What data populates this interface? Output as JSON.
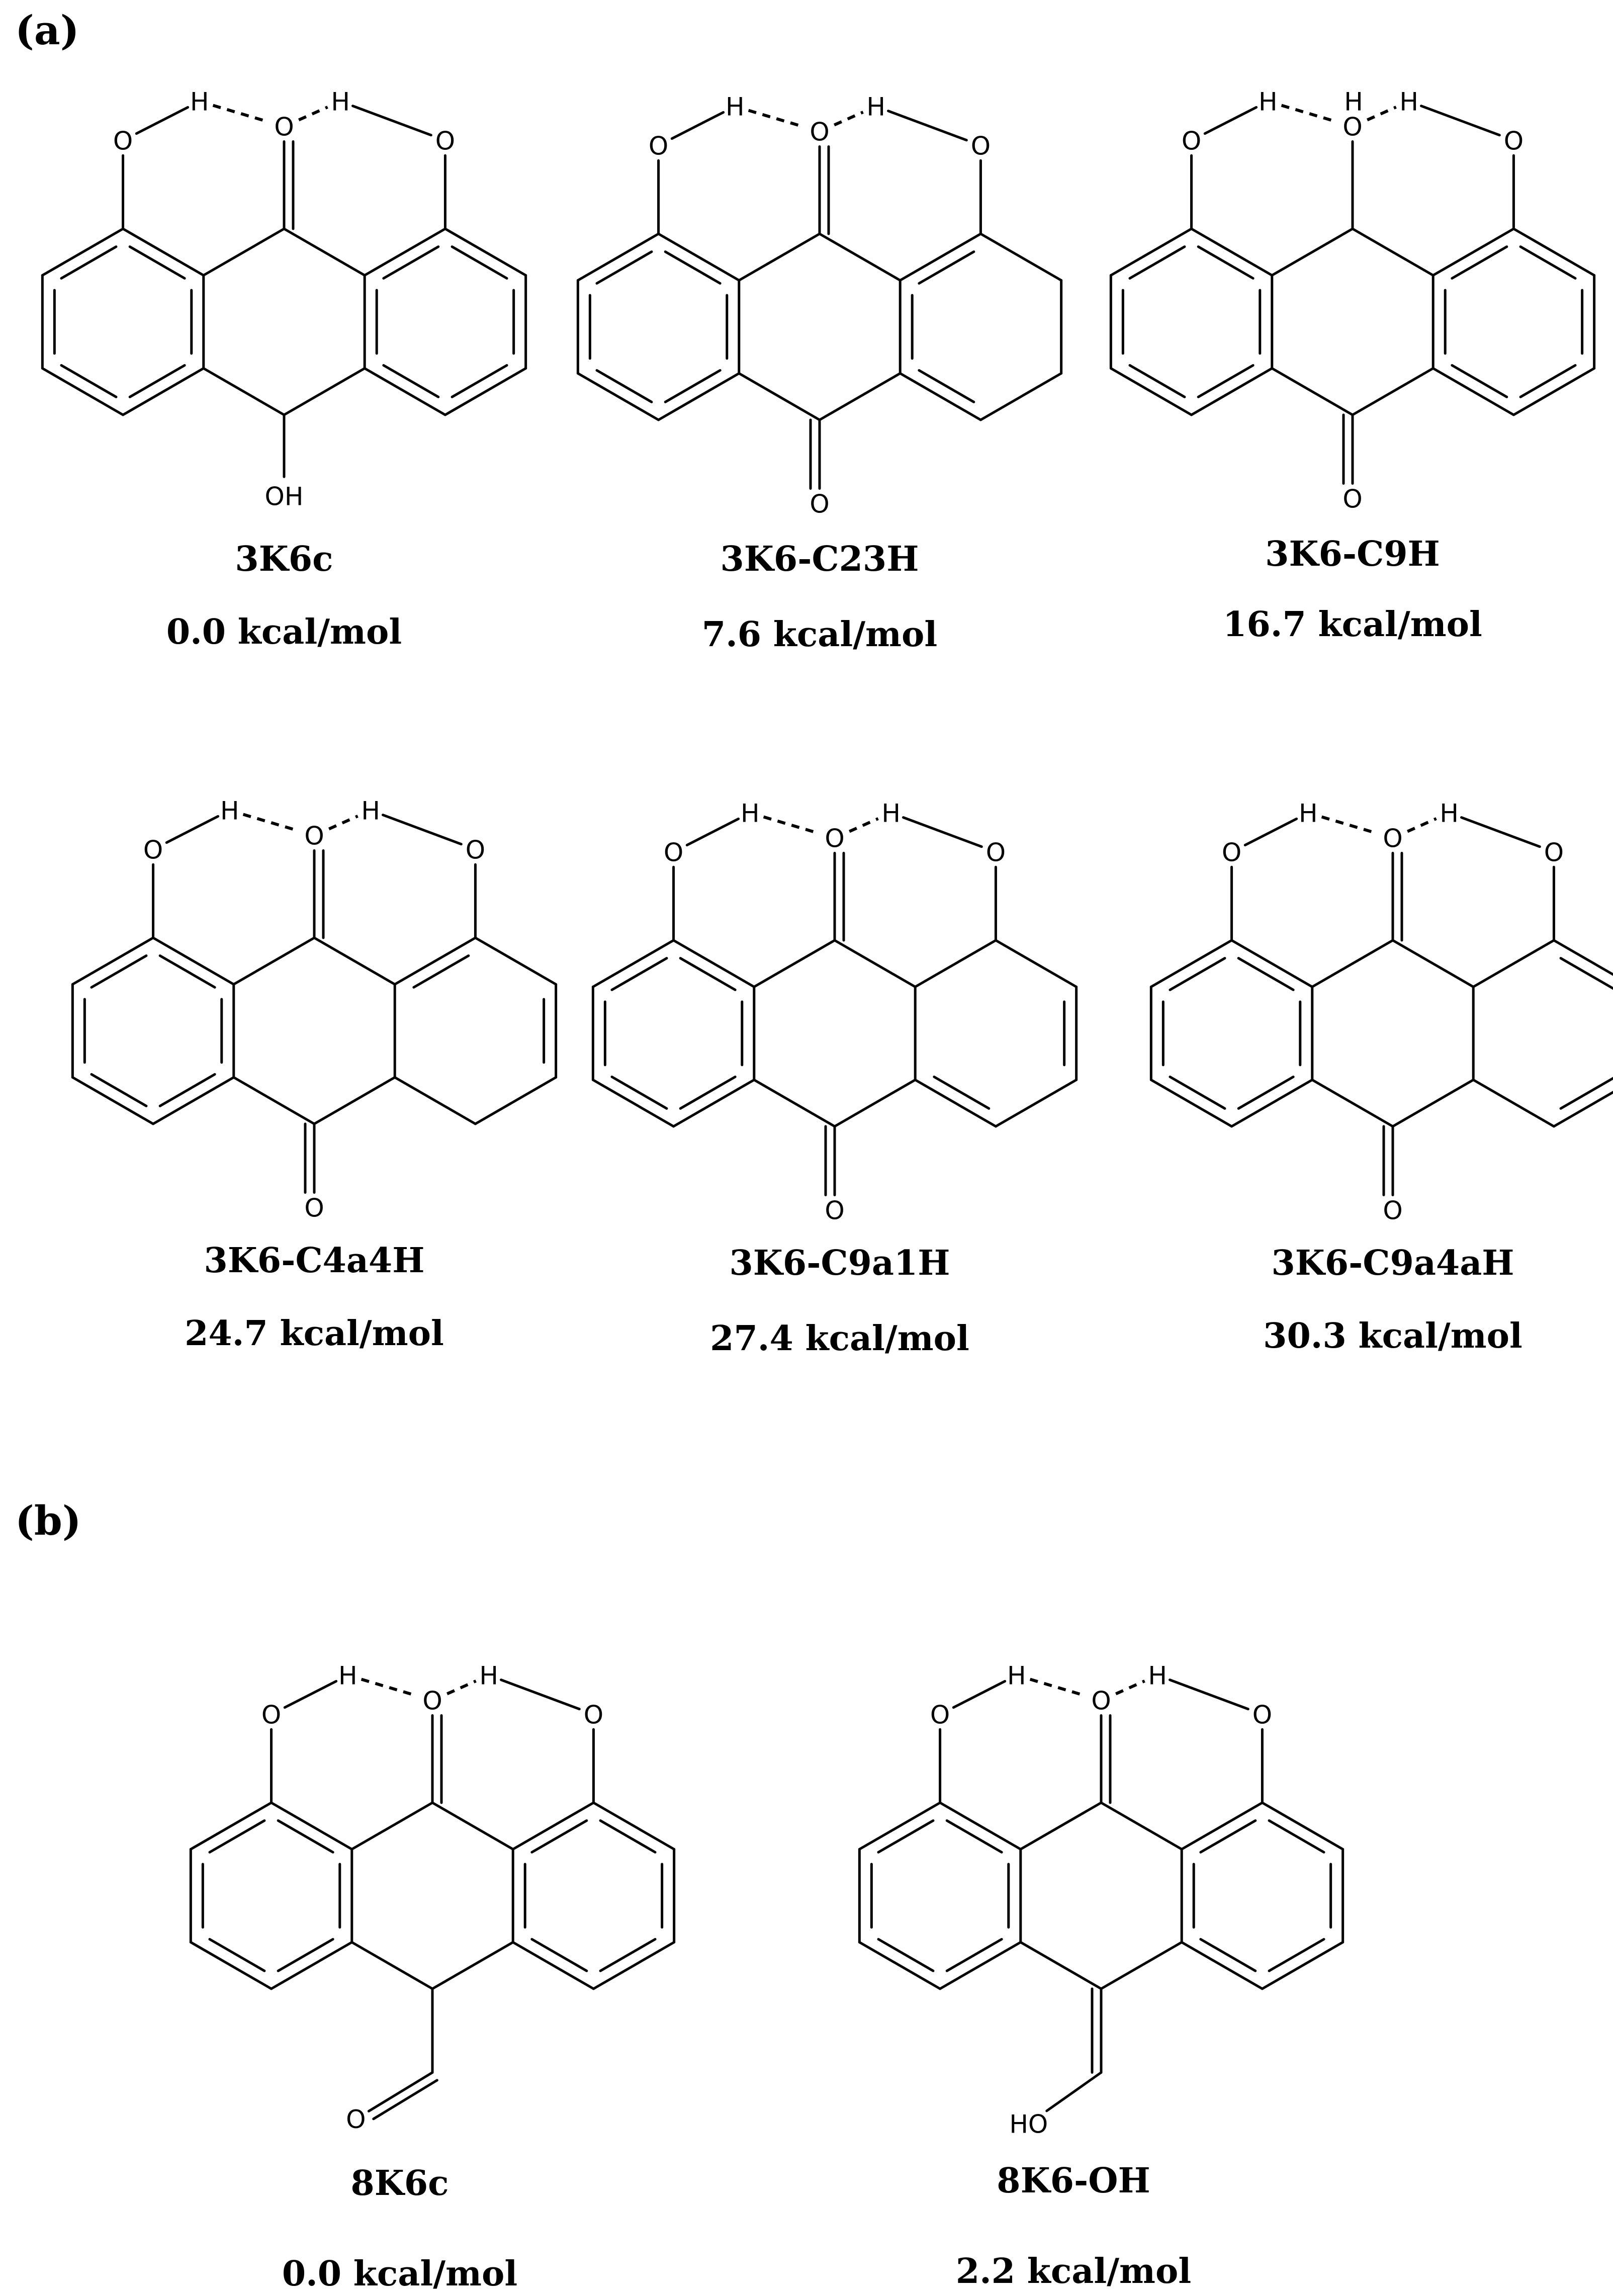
{
  "panels": [
    {
      "label": "(a)"
    },
    {
      "label": "(b)"
    }
  ],
  "atoms": {
    "oxygen": "O",
    "hydrogen": "H",
    "hydroxyl": "OH",
    "hydroxyl_left": "HO"
  },
  "molecules": [
    {
      "name": "3K6c",
      "energy": "0.0 kcal/mol"
    },
    {
      "name": "3K6-C23H",
      "energy": "7.6 kcal/mol"
    },
    {
      "name": "3K6-C9H",
      "energy": "16.7 kcal/mol"
    },
    {
      "name": "3K6-C4a4H",
      "energy": "24.7 kcal/mol"
    },
    {
      "name": "3K6-C9a1H",
      "energy": "27.4 kcal/mol"
    },
    {
      "name": "3K6-C9a4aH",
      "energy": "30.3 kcal/mol"
    },
    {
      "name": "8K6c",
      "energy": "0.0 kcal/mol"
    },
    {
      "name": "8K6-OH",
      "energy": "2.2 kcal/mol"
    }
  ]
}
